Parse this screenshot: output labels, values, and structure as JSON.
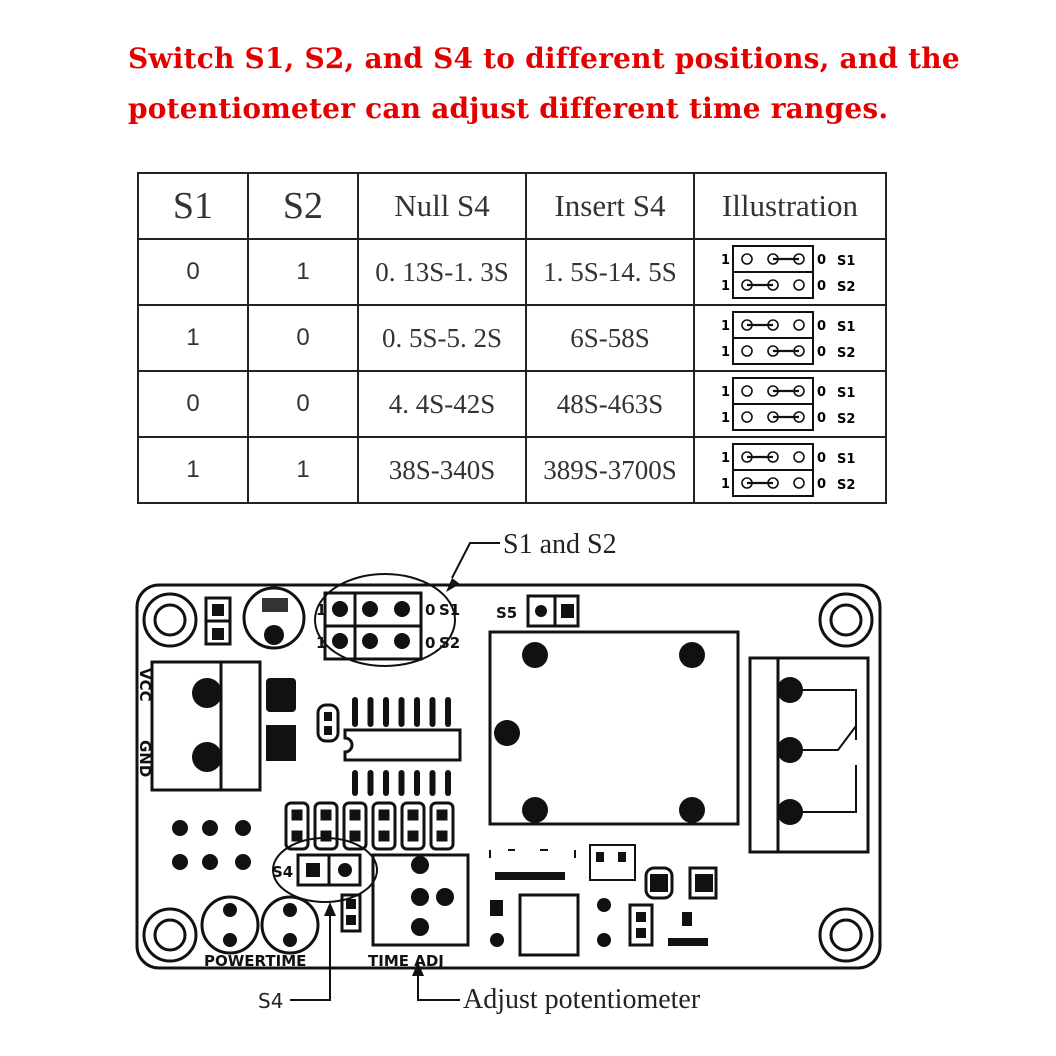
{
  "heading": {
    "line1": "Switch S1, S2, and S4 to different positions, and the",
    "line2": "potentiometer can adjust different time ranges.",
    "color": "#e50000"
  },
  "table": {
    "headers": [
      "S1",
      "S2",
      "Null S4",
      "Insert S4",
      "Illustration"
    ],
    "rows": [
      {
        "s1": "0",
        "s2": "1",
        "null_s4": "0. 13S-1. 3S",
        "insert_s4": "1. 5S-14. 5S"
      },
      {
        "s1": "1",
        "s2": "0",
        "null_s4": "0. 5S-5. 2S",
        "insert_s4": "6S-58S"
      },
      {
        "s1": "0",
        "s2": "0",
        "null_s4": "4. 4S-42S",
        "insert_s4": "48S-463S"
      },
      {
        "s1": "1",
        "s2": "1",
        "null_s4": "38S-340S",
        "insert_s4": "389S-3700S"
      }
    ],
    "illustration_labels": {
      "one": "1",
      "zero": "0",
      "s1": "S1",
      "s2": "S2"
    }
  },
  "diagram": {
    "callout_s1_s2": "S1 and S2",
    "callout_s4": "S4",
    "callout_pot": "Adjust potentiometer",
    "silk": {
      "vcc": "VCC",
      "gnd": "GND",
      "s5": "S5",
      "s4": "S4",
      "jumper_1": "1",
      "jumper_0": "0",
      "s1": "S1",
      "s2": "S2",
      "power_time": "POWERTIME",
      "time_adj": "TIME ADJ"
    }
  }
}
